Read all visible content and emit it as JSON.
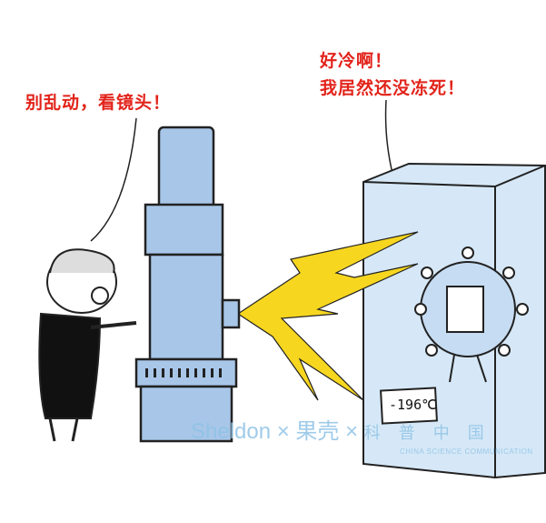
{
  "speech": {
    "scientist": "别乱动，看镜头！",
    "virus_line1": "好冷啊！",
    "virus_line2": "我居然还没冻死！"
  },
  "thermometer": "-196℃",
  "watermark": {
    "main": "Sheldon × 果壳 × ",
    "kepu": "科普中国",
    "sub": "CHINA SCIENCE COMMUNICATION"
  },
  "colors": {
    "speech": "#e2231a",
    "microscope": "#a8c6e8",
    "box": "#d6e8f7",
    "beam": "#f7d620"
  }
}
